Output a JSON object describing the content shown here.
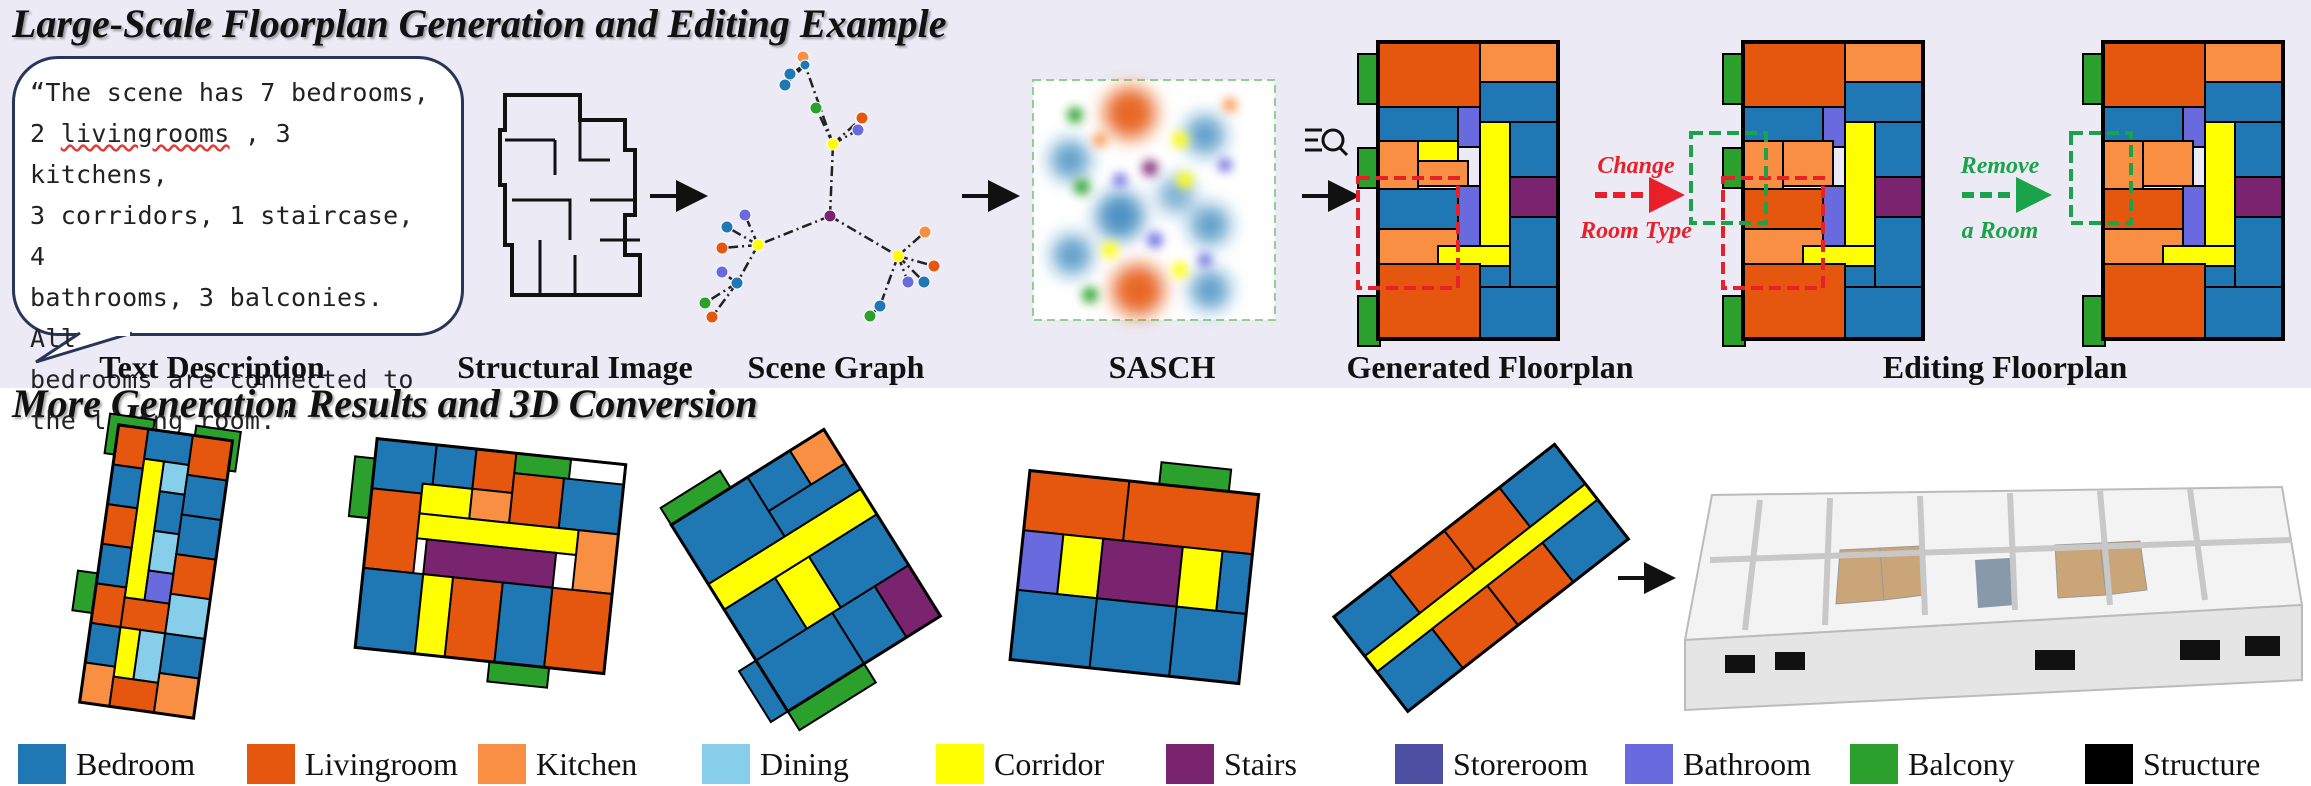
{
  "titles": {
    "top": "Large-Scale Floorplan Generation and Editing Example",
    "bottom": "More Generation Results and 3D Conversion"
  },
  "description": {
    "lines": [
      "“The scene has 7 bedrooms,",
      "2 livingrooms , 3 kitchens,",
      "3 corridors, 1 staircase, 4",
      "bathrooms, 3 balconies. All",
      "bedrooms are connected to",
      "the living room.”"
    ]
  },
  "stages": {
    "text": "Text Description",
    "structural": "Structural Image",
    "graph": "Scene Graph",
    "sasch": "SASCH",
    "generated": "Generated Floorplan",
    "editing": "Editing Floorplan"
  },
  "edits": {
    "change_line1": "Change",
    "change_line2": "Room Type",
    "remove_line1": "Remove",
    "remove_line2": "a Room",
    "change_color": "#e8202a",
    "remove_color": "#1aa34a"
  },
  "legend": [
    {
      "label": "Bedroom",
      "color": "#1f77b4"
    },
    {
      "label": "Livingroom",
      "color": "#e5560f"
    },
    {
      "label": "Kitchen",
      "color": "#f98f43"
    },
    {
      "label": "Dining",
      "color": "#87ceeb"
    },
    {
      "label": "Corridor",
      "color": "#ffff00"
    },
    {
      "label": "Stairs",
      "color": "#7a2470"
    },
    {
      "label": "Storeroom",
      "color": "#4d4fa3"
    },
    {
      "label": "Bathroom",
      "color": "#6a6adf"
    },
    {
      "label": "Balcony",
      "color": "#2ca02c"
    },
    {
      "label": "Structure",
      "color": "#000000"
    }
  ]
}
